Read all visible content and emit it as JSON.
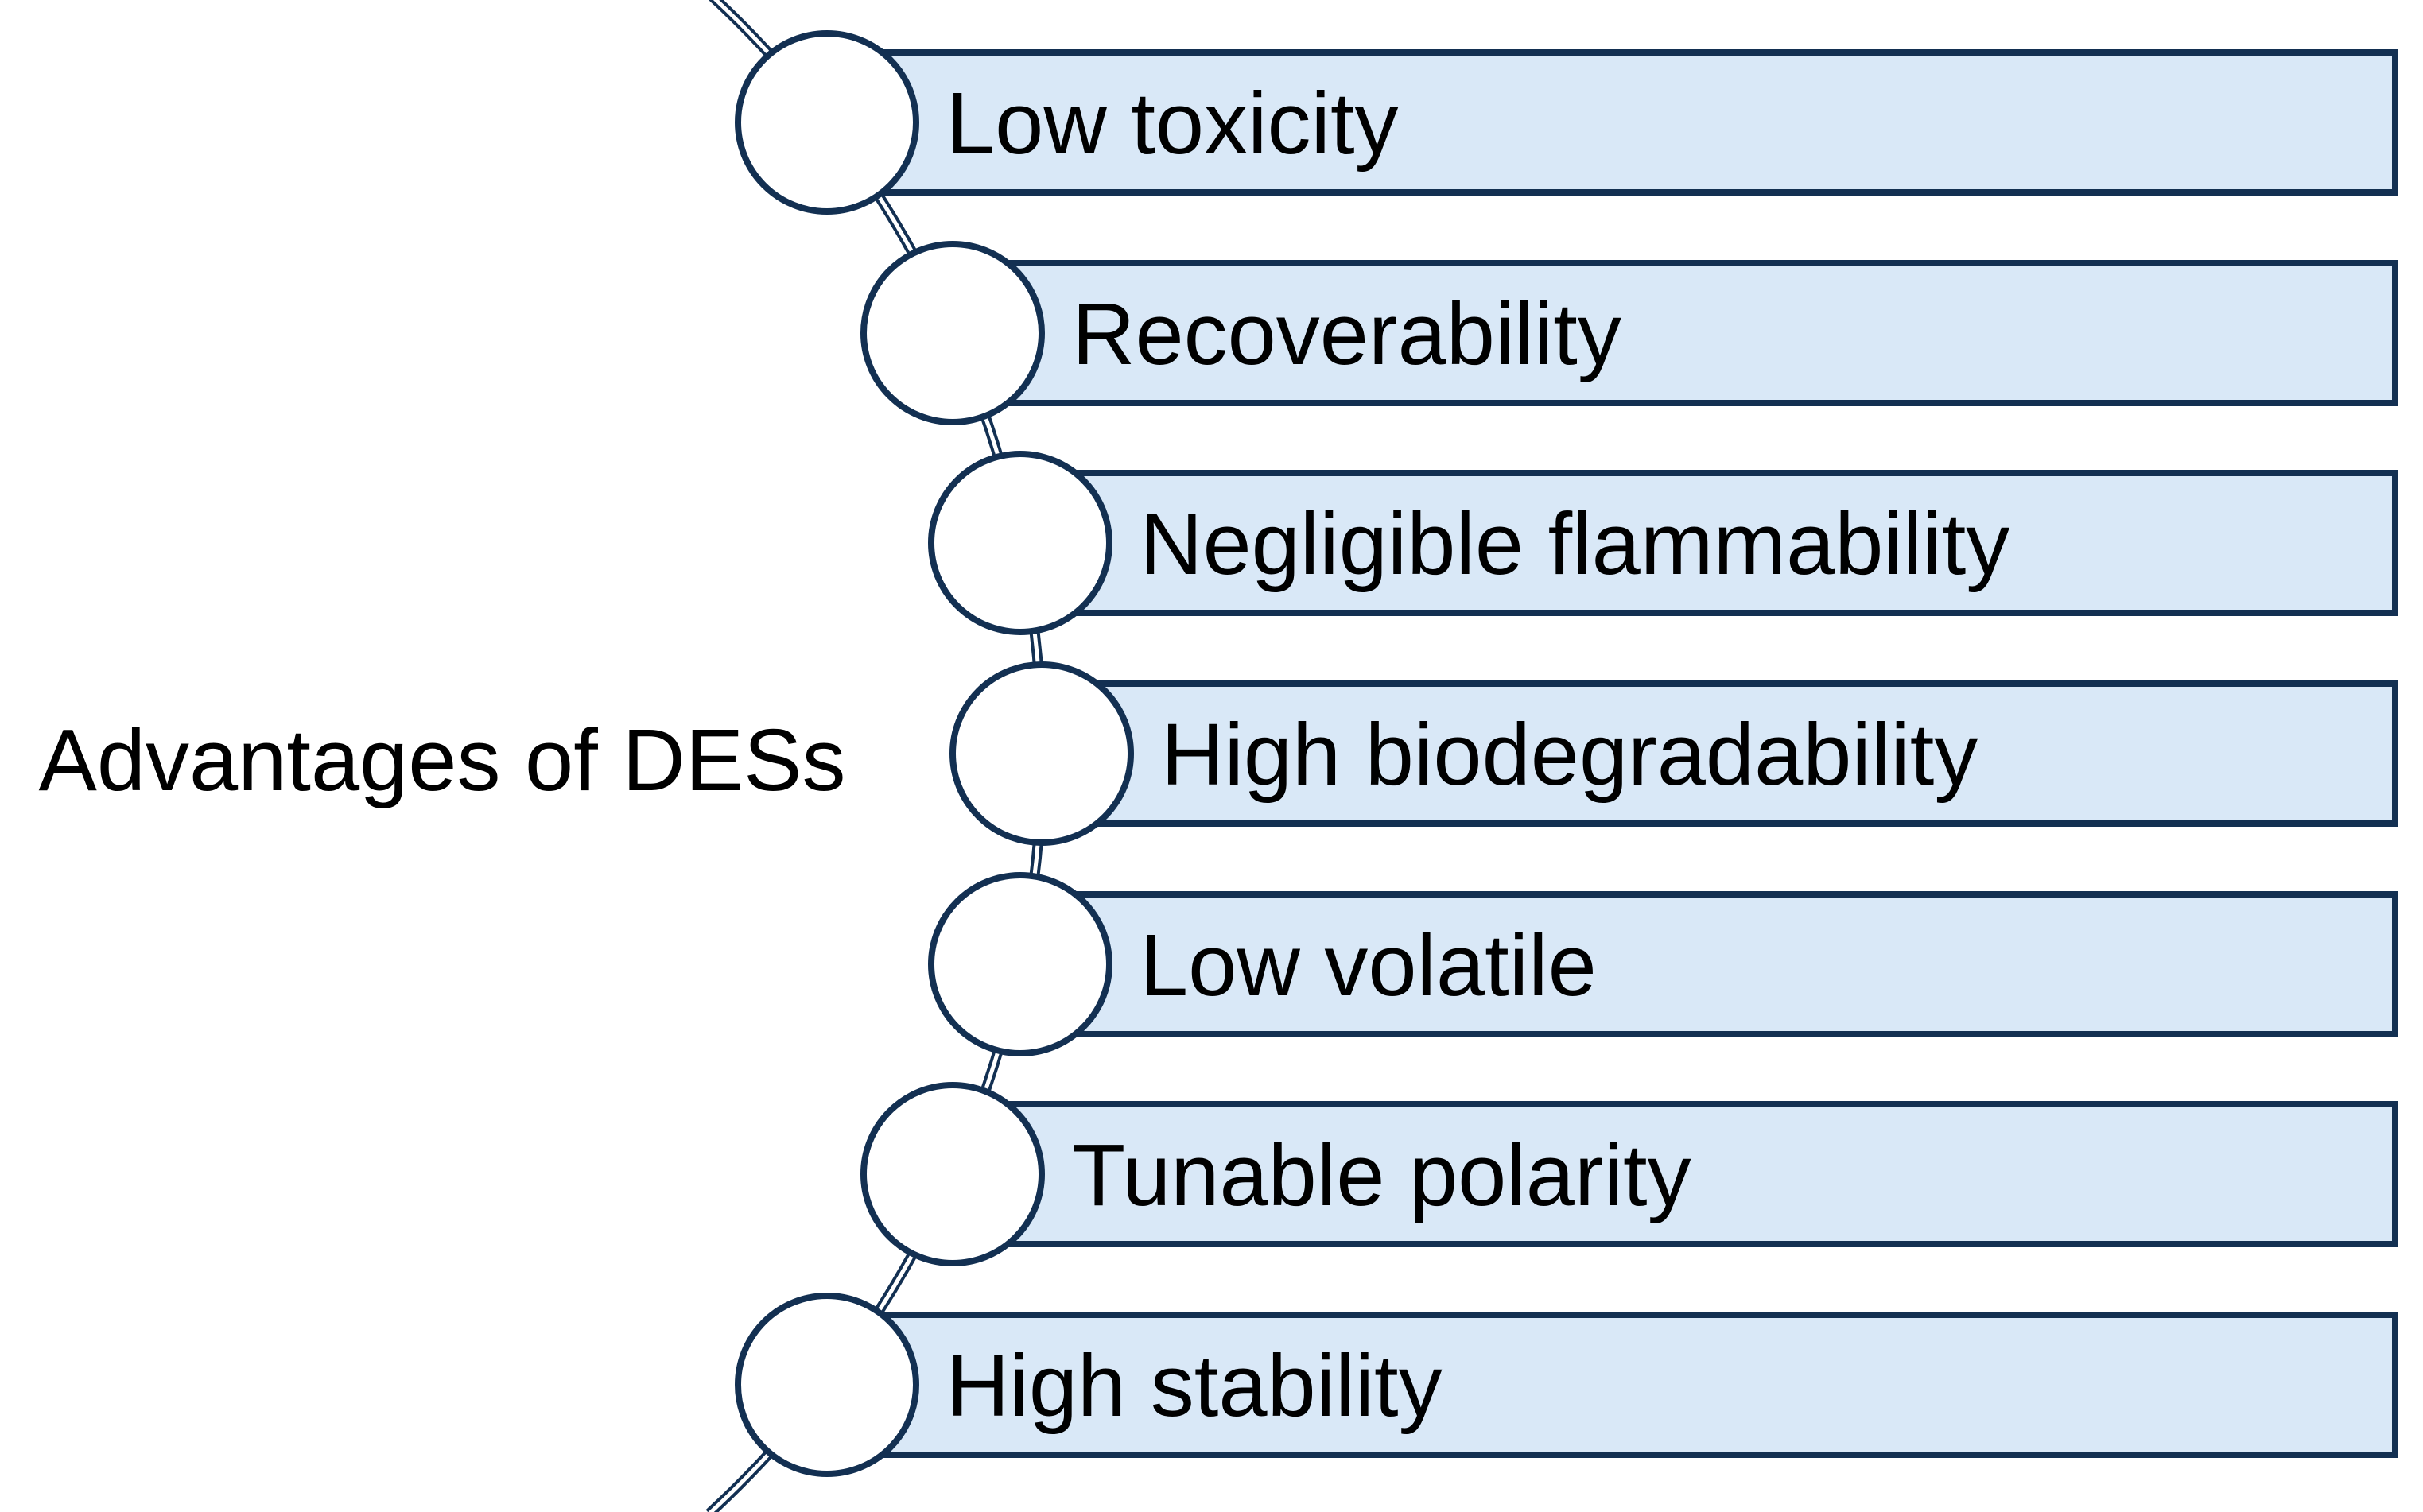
{
  "diagram": {
    "title": "Advantages of DESs",
    "items": [
      {
        "label": "Low toxicity"
      },
      {
        "label": "Recoverability"
      },
      {
        "label": "Negligible flammability"
      },
      {
        "label": "High biodegradability"
      },
      {
        "label": "Low volatile"
      },
      {
        "label": "Tunable polarity"
      },
      {
        "label": "High stability"
      }
    ],
    "colors": {
      "bar_fill": "#d9e8f7",
      "outline": "#133052",
      "circle_fill": "#ffffff",
      "text": "#000000",
      "background": "#ffffff"
    }
  }
}
